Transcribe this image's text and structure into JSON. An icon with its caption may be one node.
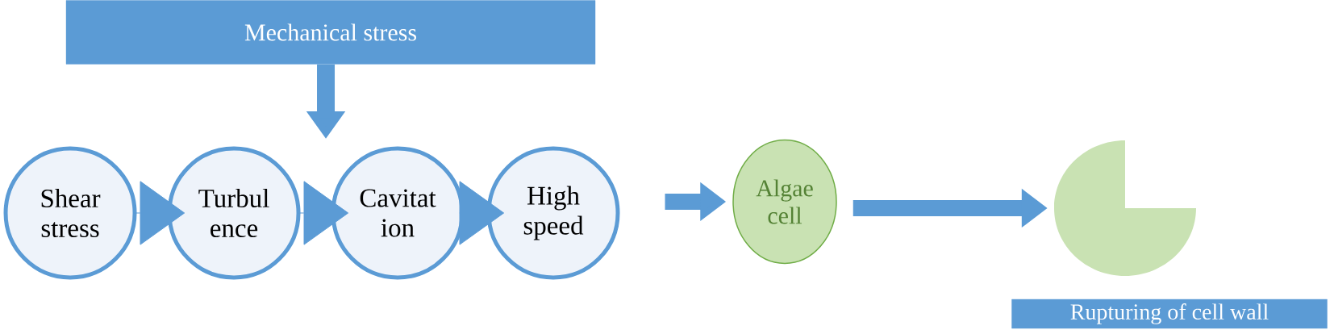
{
  "diagram": {
    "nodes": [
      {
        "text": [
          "Mechanical stress"
        ]
      },
      {
        "text": [
          "Shear stress"
        ]
      },
      {
        "text": [
          "Turbul ence"
        ]
      },
      {
        "text": [
          "Cavitat ion"
        ]
      },
      {
        "text": [
          "High speed"
        ]
      },
      {
        "text": [
          "Algae cell"
        ]
      },
      {
        "text": [],
        "shape": "circle"
      },
      {
        "text": [
          "Rupturing of cell wall"
        ]
      }
    ],
    "edges": [
      {
        "from": 0,
        "to": 3,
        "arrow": "to",
        "style": "thick"
      },
      {
        "from": 1,
        "to": 2,
        "arrow": "to"
      },
      {
        "from": 2,
        "to": 3,
        "arrow": "to"
      },
      {
        "from": 3,
        "to": 4,
        "arrow": "to"
      },
      {
        "from": 4,
        "to": 5,
        "arrow": "to",
        "style": "thick"
      },
      {
        "from": 5,
        "to": 6,
        "arrow": "to",
        "style": "thick"
      }
    ]
  }
}
